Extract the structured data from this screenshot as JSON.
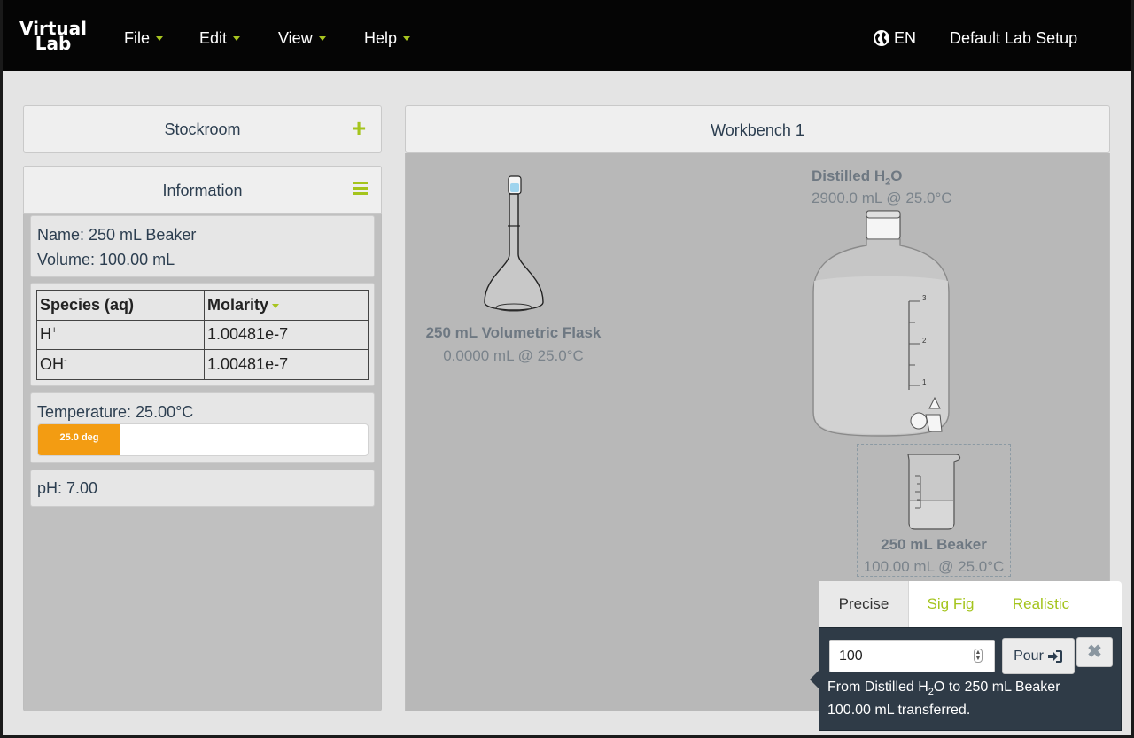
{
  "nav": {
    "logo_line1": "Virtual",
    "logo_line2": "Lab",
    "menus": [
      "File",
      "Edit",
      "View",
      "Help"
    ],
    "language": "EN",
    "lab_setup": "Default Lab Setup"
  },
  "stockroom": {
    "title": "Stockroom"
  },
  "information": {
    "title": "Information",
    "name_line": "Name: 250 mL Beaker",
    "volume_line": "Volume: 100.00 mL",
    "table": {
      "header_species": "Species (aq)",
      "header_molarity": "Molarity",
      "rows": [
        {
          "species": "H",
          "charge": "+",
          "molarity": "1.00481e-7"
        },
        {
          "species": "OH",
          "charge": "-",
          "molarity": "1.00481e-7"
        }
      ]
    },
    "temperature_line": "Temperature: 25.00°C",
    "temperature_bar_label": "25.0 deg",
    "temperature_bar_fraction": 0.25,
    "ph_line": "pH: 7.00"
  },
  "workbench": {
    "title": "Workbench 1",
    "flask": {
      "name": "250 mL Volumetric Flask",
      "status": "0.0000 mL @ 25.0°C"
    },
    "carboy": {
      "name_main": "Distilled H",
      "name_sub": "2",
      "name_end": "O",
      "status": "2900.0 mL @ 25.0°C",
      "scale_labels": [
        "3",
        "2",
        "1"
      ]
    },
    "beaker": {
      "name": "250 mL Beaker",
      "status": "100.00 mL @ 25.0°C"
    }
  },
  "pour": {
    "tabs": [
      "Precise",
      "Sig Fig",
      "Realistic"
    ],
    "active_tab": "Precise",
    "input_value": "100",
    "pour_label": "Pour",
    "close_label": "✖",
    "message_from": "From Distilled H",
    "message_sub": "2",
    "message_to": "O to 250 mL Beaker",
    "message_line2": "100.00 mL transferred.",
    "accent_color": "#a4c41c",
    "temp_color": "#f39c12"
  }
}
